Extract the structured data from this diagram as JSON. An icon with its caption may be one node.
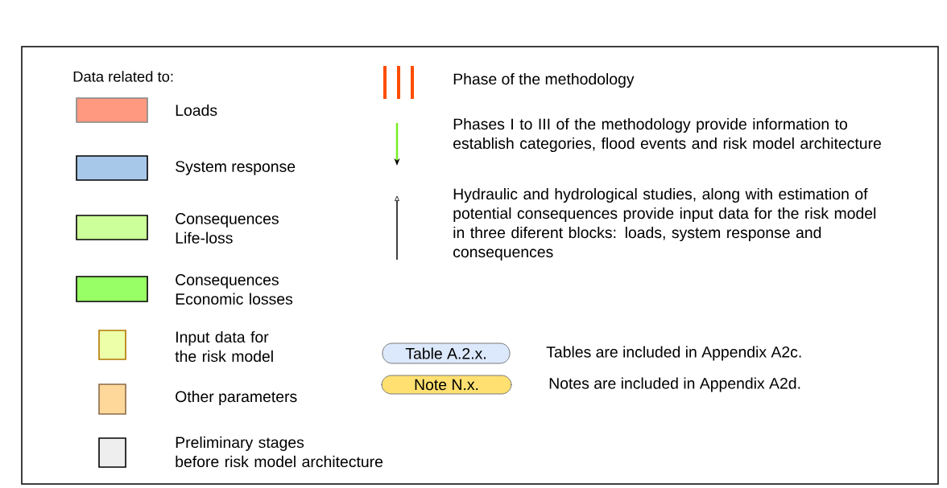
{
  "diagram": {
    "nodes": [
      {
        "text": [
          "Table A.2.x."
        ],
        "beside": [
          "Tables are included in Appendix A2c."
        ]
      },
      {
        "text": [
          "Note N.x."
        ],
        "beside": [
          "Notes are included in Appendix A2d."
        ]
      }
    ],
    "labels": [
      "Data related to:"
    ],
    "legend": [
      {
        "text": "Loads",
        "color": "#ff9980"
      },
      {
        "text": "System response",
        "color": "#a8c8ea"
      },
      {
        "text": "Consequences Life-loss",
        "color": "#ccff99"
      },
      {
        "text": "Consequences Economic losses",
        "color": "#99ff66"
      },
      {
        "text": "Input data for the risk model",
        "color": "#eeffaa"
      },
      {
        "text": "Other parameters",
        "color": "#fdd89a"
      },
      {
        "text": "Preliminary stages before risk model architecture",
        "color": "#eeeeee"
      },
      {
        "text": "Phase of the methodology"
      },
      {
        "text": "Phases I to III of the methodology provide information to establish categories, flood events and risk model architecture"
      },
      {
        "text": "Hydraulic and hydrological studies, along with estimation of potential consequences provide input data for the risk model in three diferent blocks: loads, system response and consequences"
      }
    ]
  }
}
